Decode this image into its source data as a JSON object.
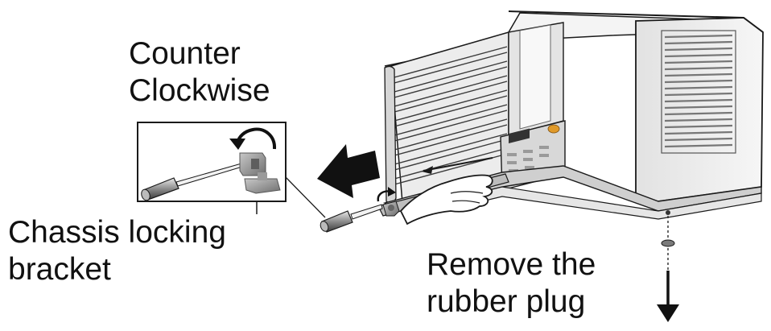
{
  "labels": {
    "rotation": [
      "Counter",
      "Clockwise"
    ],
    "bracket": [
      "Chassis locking",
      "bracket"
    ],
    "plug": [
      "Remove the",
      "rubber plug"
    ]
  },
  "colors": {
    "line": "#1a1a1a",
    "cabinet": "#eeeeee",
    "panel": "#dcdcdc",
    "bracket": "#8a8a8a",
    "accent": "#e09a2a"
  },
  "icons": {
    "rotation": "counter-clockwise-arrow-icon",
    "direction": "pull-left-arrow-icon",
    "drain": "down-arrow-icon"
  }
}
